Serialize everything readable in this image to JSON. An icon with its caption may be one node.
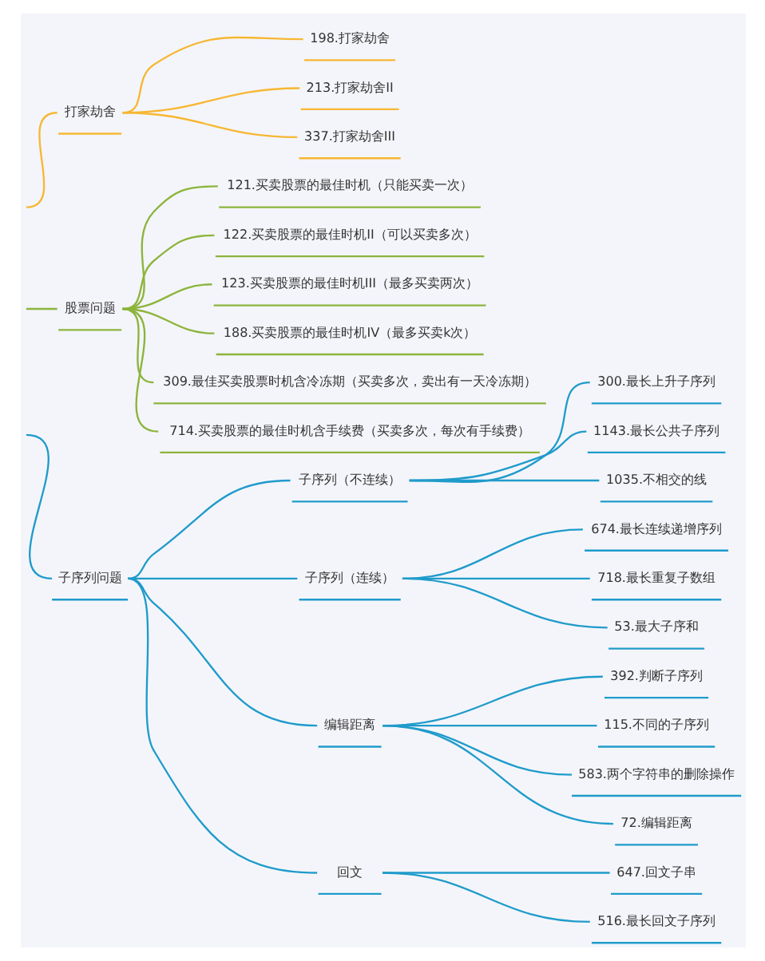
{
  "diagram": {
    "nodes": [
      {
        "text": [
          "打家劫舍"
        ]
      },
      {
        "text": [
          "198.打家劫舍"
        ]
      },
      {
        "text": [
          "213.打家劫舍II"
        ]
      },
      {
        "text": [
          "337.打家劫舍III"
        ]
      },
      {
        "text": [
          "股票问题"
        ]
      },
      {
        "text": [
          "121.买卖股票的最佳时机（只能买卖一次）"
        ]
      },
      {
        "text": [
          "122.买卖股票的最佳时机II（可以买卖多次）"
        ]
      },
      {
        "text": [
          "123.买卖股票的最佳时机III（最多买卖两次）"
        ]
      },
      {
        "text": [
          "188.买卖股票的最佳时机IV（最多买卖k次）"
        ]
      },
      {
        "text": [
          "309.最佳买卖股票时机含冷冻期（买卖多次，卖出有一天冷冻期）"
        ]
      },
      {
        "text": [
          "714.买卖股票的最佳时机含手续费（买卖多次，每次有手续费）"
        ]
      },
      {
        "text": [
          "子序列问题"
        ]
      },
      {
        "text": [
          "子序列（不连续）"
        ]
      },
      {
        "text": [
          "300.最长上升子序列"
        ]
      },
      {
        "text": [
          "1143.最长公共子序列"
        ]
      },
      {
        "text": [
          "1035.不相交的线"
        ]
      },
      {
        "text": [
          "子序列（连续）"
        ]
      },
      {
        "text": [
          "674.最长连续递增序列"
        ]
      },
      {
        "text": [
          "718.最长重复子数组"
        ]
      },
      {
        "text": [
          "53.最大子序和"
        ]
      },
      {
        "text": [
          "编辑距离"
        ]
      },
      {
        "text": [
          "392.判断子序列"
        ]
      },
      {
        "text": [
          "115.不同的子序列"
        ]
      },
      {
        "text": [
          "583.两个字符串的删除操作"
        ]
      },
      {
        "text": [
          "72.编辑距离"
        ]
      },
      {
        "text": [
          "回文"
        ]
      },
      {
        "text": [
          "647.回文子串"
        ]
      },
      {
        "text": [
          "516.最长回文子序列"
        ]
      }
    ],
    "edges": [
      {
        "from": null,
        "to": 0,
        "arrow": "none",
        "color": "#f7b733"
      },
      {
        "from": 0,
        "to": 1,
        "arrow": "none",
        "color": "#f7b733"
      },
      {
        "from": 0,
        "to": 2,
        "arrow": "none",
        "color": "#f7b733"
      },
      {
        "from": 0,
        "to": 3,
        "arrow": "none",
        "color": "#f7b733"
      },
      {
        "from": null,
        "to": 4,
        "arrow": "none",
        "color": "#8cb43c"
      },
      {
        "from": 4,
        "to": 5,
        "arrow": "none",
        "color": "#8cb43c"
      },
      {
        "from": 4,
        "to": 6,
        "arrow": "none",
        "color": "#8cb43c"
      },
      {
        "from": 4,
        "to": 7,
        "arrow": "none",
        "color": "#8cb43c"
      },
      {
        "from": 4,
        "to": 8,
        "arrow": "none",
        "color": "#8cb43c"
      },
      {
        "from": 4,
        "to": 9,
        "arrow": "none",
        "color": "#8cb43c"
      },
      {
        "from": 4,
        "to": 10,
        "arrow": "none",
        "color": "#8cb43c"
      },
      {
        "from": null,
        "to": 11,
        "arrow": "none"
      },
      {
        "from": 11,
        "to": 12,
        "arrow": "none"
      },
      {
        "from": 12,
        "to": 13,
        "arrow": "none"
      },
      {
        "from": 12,
        "to": 14,
        "arrow": "none"
      },
      {
        "from": 12,
        "to": 15,
        "arrow": "none"
      },
      {
        "from": 11,
        "to": 16,
        "arrow": "none"
      },
      {
        "from": 16,
        "to": 17,
        "arrow": "none"
      },
      {
        "from": 16,
        "to": 18,
        "arrow": "none"
      },
      {
        "from": 16,
        "to": 19,
        "arrow": "none"
      },
      {
        "from": 11,
        "to": 20,
        "arrow": "none"
      },
      {
        "from": 20,
        "to": 21,
        "arrow": "none"
      },
      {
        "from": 20,
        "to": 22,
        "arrow": "none"
      },
      {
        "from": 20,
        "to": 23,
        "arrow": "none"
      },
      {
        "from": 20,
        "to": 24,
        "arrow": "none"
      },
      {
        "from": 11,
        "to": 25,
        "arrow": "none"
      },
      {
        "from": 25,
        "to": 26,
        "arrow": "none"
      },
      {
        "from": 25,
        "to": 27,
        "arrow": "none"
      }
    ]
  }
}
